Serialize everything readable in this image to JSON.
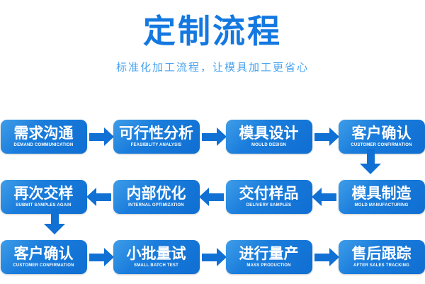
{
  "header": {
    "title": "定制流程",
    "subtitle": "标准化加工流程，让模具加工更省心",
    "title_color": "#1478e0",
    "subtitle_color": "#4aa3ef"
  },
  "theme": {
    "box_gradient_start": "#3f9de8",
    "box_gradient_end": "#0f6ed2",
    "arrow_color": "#1070d4",
    "background": "#ffffff",
    "text_color": "#ffffff"
  },
  "flow": {
    "rows": [
      {
        "id": "row-1",
        "direction": "right",
        "steps": [
          {
            "cn": "需求沟通",
            "en": "DEMAND COMMUNICATION"
          },
          {
            "cn": "可行性分析",
            "en": "FEASIBILITY ANALYSIS"
          },
          {
            "cn": "模具设计",
            "en": "MOULD DESIGN"
          },
          {
            "cn": "客户确认",
            "en": "CUSTOMER CONFIRMATION"
          }
        ]
      },
      {
        "id": "row-2",
        "direction": "left",
        "steps": [
          {
            "cn": "再次交样",
            "en": "SUBMIT SAMPLES AGAIN"
          },
          {
            "cn": "内部优化",
            "en": "INTERNAL OPTIMIZATION"
          },
          {
            "cn": "交付样品",
            "en": "DELIVERY SAMPLES"
          },
          {
            "cn": "模具制造",
            "en": "MOLD MANUFACTURING"
          }
        ]
      },
      {
        "id": "row-3",
        "direction": "right",
        "steps": [
          {
            "cn": "客户确认",
            "en": "CUSTOMER CONFIRMATION"
          },
          {
            "cn": "小批量试",
            "en": "SMALL BATCH TEST"
          },
          {
            "cn": "进行量产",
            "en": "MASS PRODUCTION"
          },
          {
            "cn": "售后跟踪",
            "en": "AFTER SALES TRACKING"
          }
        ]
      }
    ],
    "connectors": [
      {
        "id": "connector-down-right",
        "direction": "down",
        "from": "客户确认",
        "to": "模具制造"
      },
      {
        "id": "connector-down-left",
        "direction": "down",
        "from": "再次交样",
        "to": "客户确认"
      }
    ]
  }
}
